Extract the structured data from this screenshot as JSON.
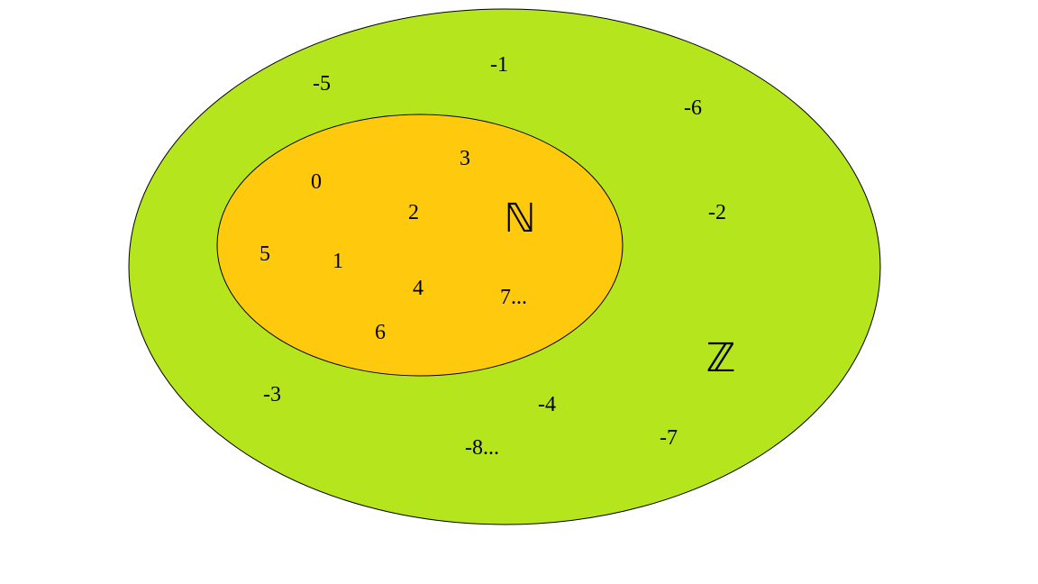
{
  "colors": {
    "integers_fill": "#b5e61d",
    "naturals_fill": "#ffc90e",
    "outline": "#000000"
  },
  "integers_set": {
    "symbol": "ℤ",
    "elements": [
      "-5",
      "-1",
      "-6",
      "-2",
      "-3",
      "-4",
      "-8...",
      "-7"
    ]
  },
  "naturals_set": {
    "symbol": "ℕ",
    "elements": [
      "0",
      "3",
      "2",
      "5",
      "1",
      "4",
      "7...",
      "6"
    ]
  }
}
